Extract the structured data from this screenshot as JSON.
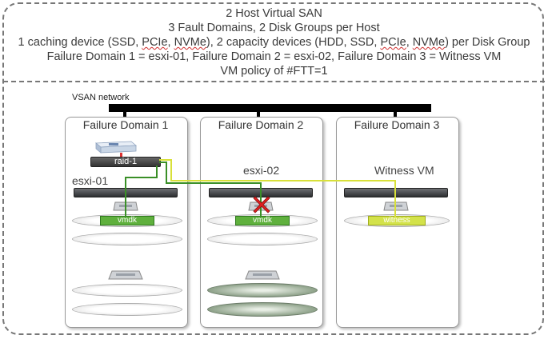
{
  "header": {
    "line1": "2 Host Virtual SAN",
    "line2": "3 Fault Domains, 2 Disk Groups per Host",
    "line3": {
      "a": "1 caching device (SSD, ",
      "pcie1": "PCIe",
      "b": ", ",
      "nvme1": "NVMe",
      "c": "), 2 capacity devices (HDD, SSD, ",
      "pcie2": "PCIe",
      "d": ", ",
      "nvme2": "NVMe",
      "e": ") per Disk Group"
    },
    "line4": "Failure Domain 1 = esxi-01, Failure Domain 2 = esxi-02, Failure Domain 3 = Witness VM",
    "line5": "VM policy of #FTT=1"
  },
  "network": {
    "label": "VSAN network"
  },
  "domains": [
    {
      "title": "Failure Domain 1",
      "host": "esxi-01",
      "component": "vmdk"
    },
    {
      "title": "Failure Domain 2",
      "host": "esxi-02",
      "component": "vmdk",
      "failed": true
    },
    {
      "title": "Failure Domain 3",
      "host": "Witness VM",
      "component": "witness"
    }
  ],
  "raid": {
    "label": "raid-1"
  },
  "colors": {
    "vmdk": "#5fb03d",
    "witness": "#d3e24a",
    "green_line": "#3a8f27",
    "yellow_line": "#d8e03a",
    "failure_x": "#e02020"
  }
}
